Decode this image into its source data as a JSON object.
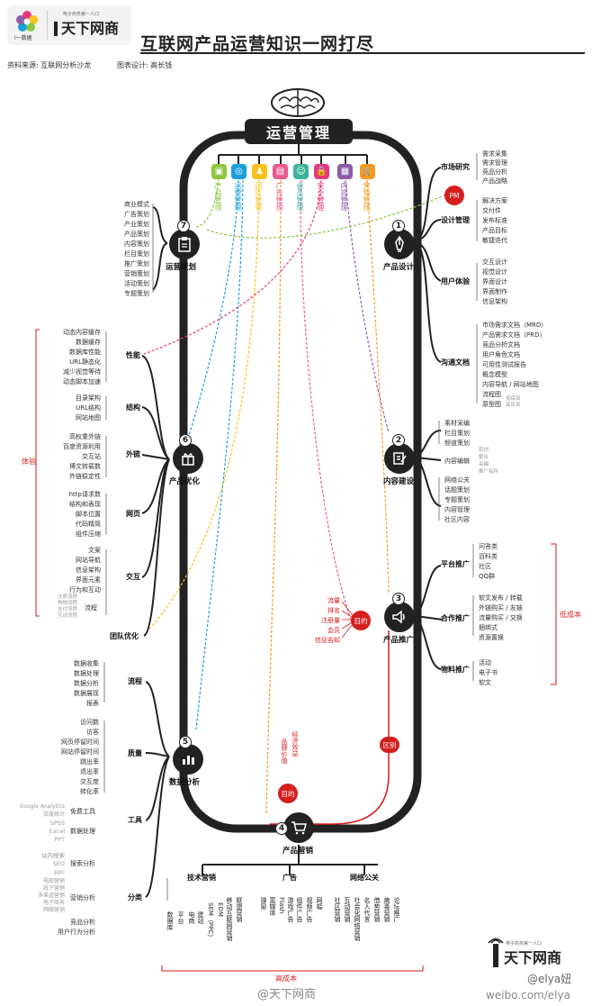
{
  "header": {
    "brand_small": "i一数据",
    "logo_text": "天下网商",
    "logo_sub": "电子商务第一人口",
    "title": "互联网产品运营知识一网打尽",
    "source": "资料来源:  互联网分析沙龙",
    "designer": "图表设计:  高长钱"
  },
  "center": {
    "title": "运营管理",
    "modules": [
      {
        "label": "产品管理",
        "color": "#8cc63f",
        "icon": "box-icon"
      },
      {
        "label": "运营管理",
        "color": "#1a9fd9",
        "icon": "globe-icon"
      },
      {
        "label": "团队管理",
        "color": "#f7c21c",
        "icon": "team-icon"
      },
      {
        "label": "广告管理",
        "color": "#ea5a8e",
        "icon": "tv-icon"
      },
      {
        "label": "会员管理",
        "color": "#3cb39a",
        "icon": "member-icon"
      },
      {
        "label": "安全管理",
        "color": "#e6397a",
        "icon": "lock-icon"
      },
      {
        "label": "内容管理",
        "color": "#8e5ba6",
        "icon": "doc-icon"
      },
      {
        "label": "营销管理",
        "color": "#f59a23",
        "icon": "cart-icon"
      }
    ]
  },
  "nodes": {
    "n1": {
      "num": "1",
      "label": "产品设计"
    },
    "n2": {
      "num": "2",
      "label": "内容建设"
    },
    "n3": {
      "num": "3",
      "label": "产品推广"
    },
    "n4": {
      "num": "4",
      "label": "产品营销"
    },
    "n5": {
      "num": "5",
      "label": "数据分析"
    },
    "n6": {
      "num": "6",
      "label": "产品优化"
    },
    "n7": {
      "num": "7",
      "label": "运营策划"
    }
  },
  "design": {
    "groups": [
      {
        "title": "市场研究",
        "items": [
          "需求采集",
          "需求管理",
          "竞品分析",
          "产品战略"
        ]
      },
      {
        "title": "设计管理",
        "items": [
          "解决方案",
          "交付件",
          "发布标准",
          "产品目标",
          "敏捷迭代"
        ]
      },
      {
        "title": "用户体验",
        "items": [
          "交互设计",
          "视觉设计",
          "界面设计",
          "界面制作",
          "信息架构"
        ]
      },
      {
        "title": "沟通文档",
        "items": [
          "市场需求文档（MRD）",
          "产品需求文档（PRD）",
          "竞品分析文档",
          "用户角色文档",
          "可用性测试报告",
          "概念模型",
          "内容导航 / 网站地图",
          "流程图",
          "原型图"
        ],
        "extra": [
          "低保真",
          "高保真"
        ]
      }
    ],
    "pm": "PM"
  },
  "content": {
    "top": [
      "素材采编",
      "栏目策划",
      "频道策划"
    ],
    "edit_title": "内容编辑",
    "edit_items": [
      "原创",
      "整合",
      "采编",
      "推广指科"
    ],
    "bottom": [
      "网络公关",
      "话题策划",
      "专题策划",
      "内容管理",
      "社区内容"
    ]
  },
  "promotion": {
    "groups": [
      {
        "title": "平台推广",
        "items": [
          "问答类",
          "百科类",
          "社区",
          "QQ群"
        ]
      },
      {
        "title": "合作推广",
        "items": [
          "软文发布 / 转载",
          "外链购买 / 友链",
          "流量购买 / 交换",
          "捆绑式",
          "资源置换"
        ]
      },
      {
        "title": "物料推广",
        "items": [
          "活动",
          "电子书",
          "软文"
        ]
      }
    ],
    "low_cost": "低成本",
    "goals": [
      "流量",
      "排名",
      "注册量",
      "会员",
      "信息告知"
    ],
    "goal_bubble": "目的"
  },
  "marketing": {
    "goal_bubble": "目的",
    "goals_v": [
      "品牌价值",
      "经济效益"
    ],
    "diff": "区别",
    "high_cost": "高成本",
    "groups": [
      {
        "title": "技术营销",
        "items": [
          "数据库",
          "平台",
          "电商",
          "建站",
          "SEM（PPC）",
          "EDM",
          "移动互联网营销",
          "联盟营销"
        ]
      },
      {
        "title": "广告",
        "items": [
          "弹窗",
          "富媒体",
          "Flash",
          "游戏广告",
          "组件广告",
          "视频广告",
          "网幅"
        ]
      },
      {
        "title": "网络公关",
        "items": [
          "社区营销",
          "互动营销",
          "社会化网络营销",
          "名人代言",
          "借势营销",
          "病毒营销",
          "论坛推广"
        ]
      }
    ]
  },
  "analysis": {
    "flow": {
      "title": "流程",
      "items": [
        "数据收集",
        "数据处理",
        "数据分析",
        "数据展现",
        "报表"
      ]
    },
    "quality": {
      "title": "质量",
      "items": [
        "访问数",
        "访客",
        "网页停留时间",
        "网站停留时间",
        "跳出率",
        "退出率",
        "交互度",
        "转化率"
      ]
    },
    "tools": {
      "title": "工具",
      "free": "免费工具",
      "free_items": [
        "Google Analytics",
        "百度统计"
      ],
      "proc": "数据处理",
      "proc_items": [
        "SPSS",
        "Excel",
        "PPT"
      ]
    },
    "class": {
      "title": "分类",
      "search": "搜索分析",
      "search_items": [
        "站内搜索",
        "SEO",
        "ppc"
      ],
      "mkt": "营销分析",
      "mkt_items": [
        "电邮营销",
        "线下营销",
        "多渠道营销",
        "电子商务",
        "网络营销"
      ],
      "comp": "竞品分析",
      "user": "用户行为分析"
    }
  },
  "optimize": {
    "experience": "体验",
    "perf": {
      "title": "性能",
      "items": [
        "动态内容缓存",
        "数据缓存",
        "数据库性能",
        "URL静态化",
        "减少视觉等待",
        "动态脚本加速"
      ]
    },
    "struct": {
      "title": "结构",
      "items": [
        "目录架构",
        "URL结构",
        "网站地图"
      ]
    },
    "links": {
      "title": "外链",
      "items": [
        "高权重外链",
        "百度资源利用",
        "交互站",
        "博文转载数",
        "外链稳定性"
      ]
    },
    "page": {
      "title": "网页",
      "items": [
        "http请求数",
        "结构和表现",
        "脚本位置",
        "代码精简",
        "组件压缩"
      ]
    },
    "interact": {
      "title": "交互",
      "items": [
        "文案",
        "网站导航",
        "信息架构",
        "界面元素",
        "行为和互动"
      ],
      "flow_title": "流程",
      "flow_items": [
        "注册流程",
        "购物流程",
        "支付流程",
        "互动流程"
      ]
    },
    "team": "团队优化"
  },
  "planning": {
    "items": [
      "商业模式",
      "广告策划",
      "产业策划",
      "产品策划",
      "内容策划",
      "栏目策划",
      "推广策划",
      "营销策划",
      "活动策划",
      "专题策划"
    ]
  },
  "footer": {
    "logo": "天下网商",
    "logo_sub": "电子商务第一人口",
    "weibo1": "@elya妞",
    "weibo2": "@天下网商",
    "weibo3": "weibo.com/elya"
  }
}
